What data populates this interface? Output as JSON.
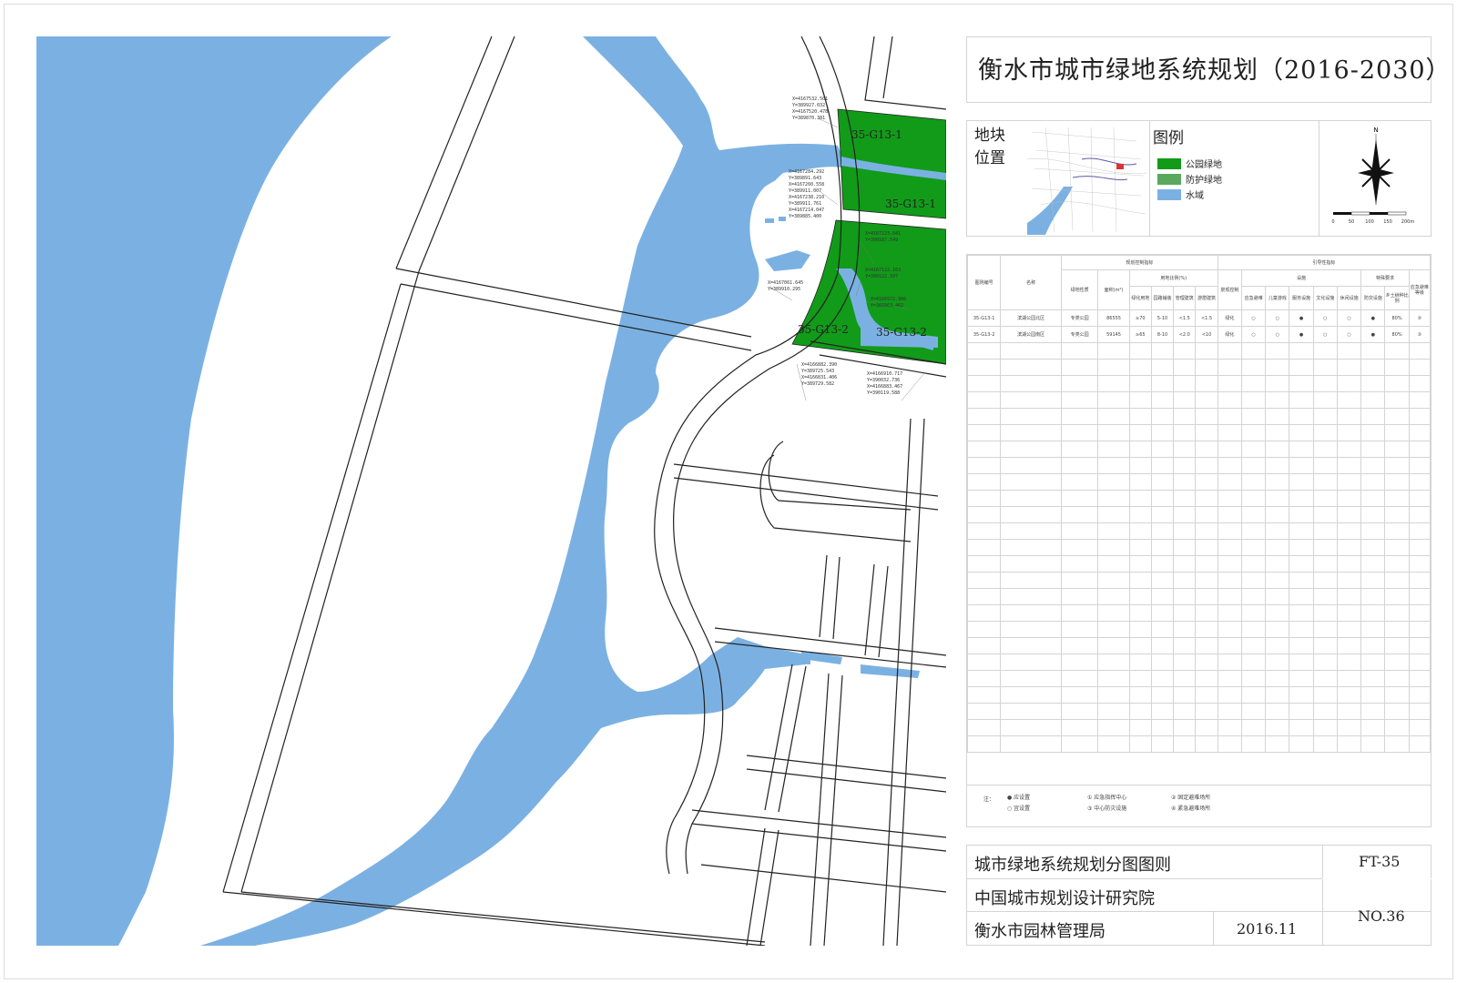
{
  "title": "衡水市城市绿地系统规划（2016-2030）",
  "colors": {
    "park_green": "#119b19",
    "protect_green": "#59a85c",
    "water": "#7bb1e2",
    "road": "#222222"
  },
  "map": {
    "plots": [
      {
        "label": "35-G13-1"
      },
      {
        "label": "35-G13-1"
      },
      {
        "label": "35-G13-2"
      },
      {
        "label": "35-G13-2"
      }
    ],
    "coordinates": [
      [
        "X=4167532.501",
        "Y=389927.032",
        "X=4167520.478",
        "Y=389870.381"
      ],
      [
        "X=4167284.292",
        "Y=389891.643",
        "X=4167260.558",
        "Y=389911.007",
        "X=4167238.210",
        "Y=389911.761",
        "X=4167214.047",
        "Y=389885.400"
      ],
      [
        "X=4167223.041",
        "Y=390187.549"
      ],
      [
        "X=4167122.163",
        "Y=390122.107"
      ],
      [
        "X=4167061.645",
        "Y=389910.295"
      ],
      [
        "X=4166972.906",
        "Y=389963.462"
      ],
      [
        "X=4166882.390",
        "Y=389725.543",
        "X=4166831.406",
        "Y=389729.582"
      ],
      [
        "X=4166910.717",
        "Y=390032.736",
        "X=4166883.467",
        "Y=390119.588"
      ]
    ]
  },
  "info": {
    "location_label": "地块位置",
    "legend_title": "图例",
    "legend": [
      {
        "label": "公园绿地",
        "color": "#119b19",
        "icon": "legend-swatch"
      },
      {
        "label": "防护绿地",
        "color": "#59a85c",
        "icon": "legend-swatch"
      },
      {
        "label": "水域",
        "color": "#7bb1e2",
        "icon": "legend-swatch"
      }
    ],
    "compass": {
      "north": "N",
      "scale": [
        "0",
        "50",
        "100",
        "150",
        "200m"
      ]
    }
  },
  "table": {
    "group_headers": {
      "indicators": "规划控制指标",
      "guidance": "引导性指标",
      "land_ratio": "用地比例(%)",
      "facilities": "设施",
      "special": "特殊要求"
    },
    "columns": [
      "图则编号",
      "名称",
      "绿地性质",
      "面积(m²)",
      "绿化用地",
      "园路铺装",
      "管理建筑",
      "游憩建筑",
      "景观控制",
      "应急避难",
      "儿童游戏",
      "服务设施",
      "文化设施",
      "休闲设施",
      "防灾设施",
      "乡土树种比例",
      "应急避难等级"
    ],
    "rows": [
      [
        "35-G13-1",
        "滨湖公园北区",
        "专类公园",
        "86555",
        "≥70",
        "5-10",
        "<1.5",
        "<1.5",
        "绿化",
        "○",
        "○",
        "●",
        "○",
        "○",
        "●",
        "80%",
        "③"
      ],
      [
        "35-G13-2",
        "滨湖公园南区",
        "专类公园",
        "59145",
        "≥65",
        "8-10",
        "<2.0",
        "<10",
        "绿化",
        "○",
        "○",
        "●",
        "○",
        "○",
        "●",
        "80%",
        "③"
      ]
    ],
    "notes_label": "注：",
    "notes": [
      "● 应设置",
      "① 应急指挥中心",
      "② 固定避难场所",
      "○ 宜设置",
      "③ 中心防灾设施",
      "④ 紧急避难场所"
    ]
  },
  "footer": {
    "plan_name": "城市绿地系统规划分图图则",
    "sheet_code": "FT-35",
    "designer": "中国城市规划设计研究院",
    "client": "衡水市园林管理局",
    "date": "2016.11",
    "number": "NO.36"
  }
}
